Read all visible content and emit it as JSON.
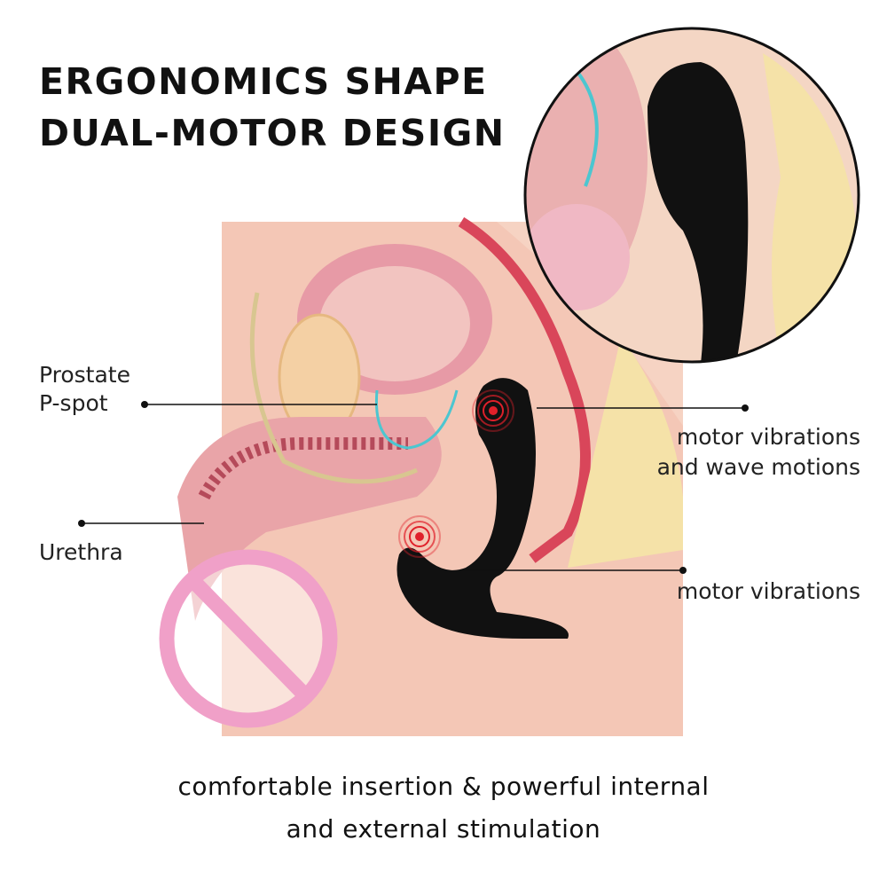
{
  "heading": {
    "line1": "ERGONOMICS SHAPE",
    "line2": "DUAL-MOTOR DESIGN"
  },
  "labels": {
    "prostate": "Prostate",
    "pspot": "P-spot",
    "urethra": "Urethra",
    "motor_wave_1": "motor vibrations",
    "motor_wave_2": "and wave motions",
    "motor": "motor vibrations"
  },
  "caption": {
    "line1": "comfortable insertion & powerful internal",
    "line2": "and external stimulation"
  },
  "colors": {
    "device": "#111111",
    "no_sign": "#f0a0c8",
    "vibration": "#e0202a",
    "tissue": "#f3c9b8",
    "accent_outline": "#4cc6d0"
  }
}
